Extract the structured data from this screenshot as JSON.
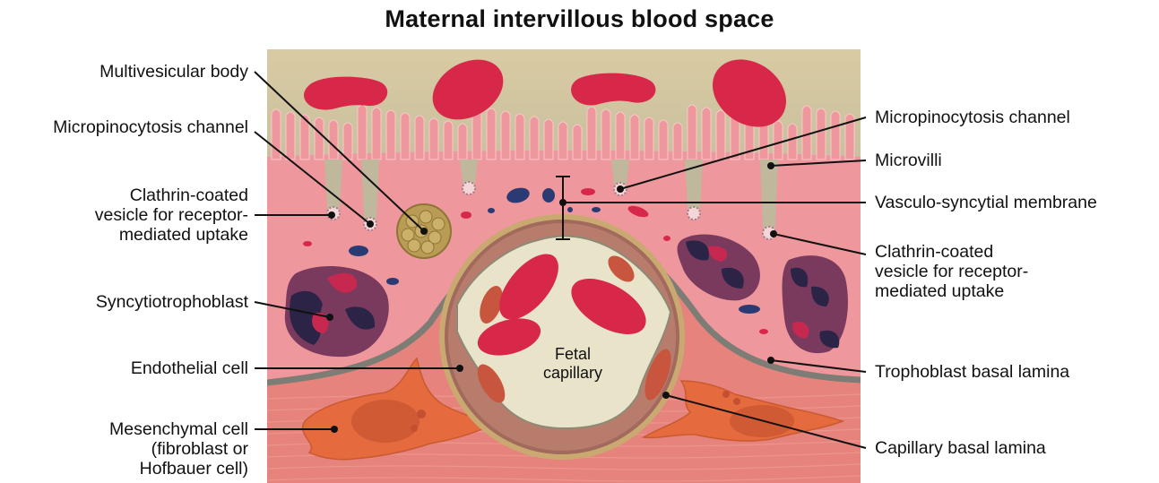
{
  "title": "Maternal intervillous blood space",
  "labels_left": {
    "multivesicular_body": "Multivesicular body",
    "micropinocytosis_channel": "Micropinocytosis channel",
    "clathrin_vesicle": [
      "Clathrin-coated",
      "vesicle for receptor-",
      "mediated uptake"
    ],
    "syncytiotrophoblast": "Syncytiotrophoblast",
    "endothelial_cell": "Endothelial cell",
    "mesenchymal_cell": [
      "Mesenchymal cell",
      "(fibroblast or",
      "Hofbauer cell)"
    ]
  },
  "labels_right": {
    "micropinocytosis_channel": "Micropinocytosis channel",
    "microvilli": "Microvilli",
    "vasculo_syncytial_membrane": "Vasculo-syncytial membrane",
    "clathrin_vesicle": [
      "Clathrin-coated",
      "vesicle for receptor-",
      "mediated uptake"
    ],
    "trophoblast_basal_lamina": "Trophoblast basal lamina",
    "capillary_basal_lamina": "Capillary basal lamina"
  },
  "fetal_capillary": [
    "Fetal",
    "capillary"
  ],
  "colors": {
    "maternal_blood_space": "#d6c79e",
    "syncytium": "#ef9aa0",
    "stroma": "#e8877f",
    "red_blood_cell": "#d8284a",
    "basal_lamina": "#7d7c75",
    "capillary_lumen": "#e9e3c9",
    "endothelium": "#b87c6c",
    "mesenchymal": "#e56a3e",
    "nucleus": "#7a3a5e",
    "vesicle": "#b99b54"
  }
}
